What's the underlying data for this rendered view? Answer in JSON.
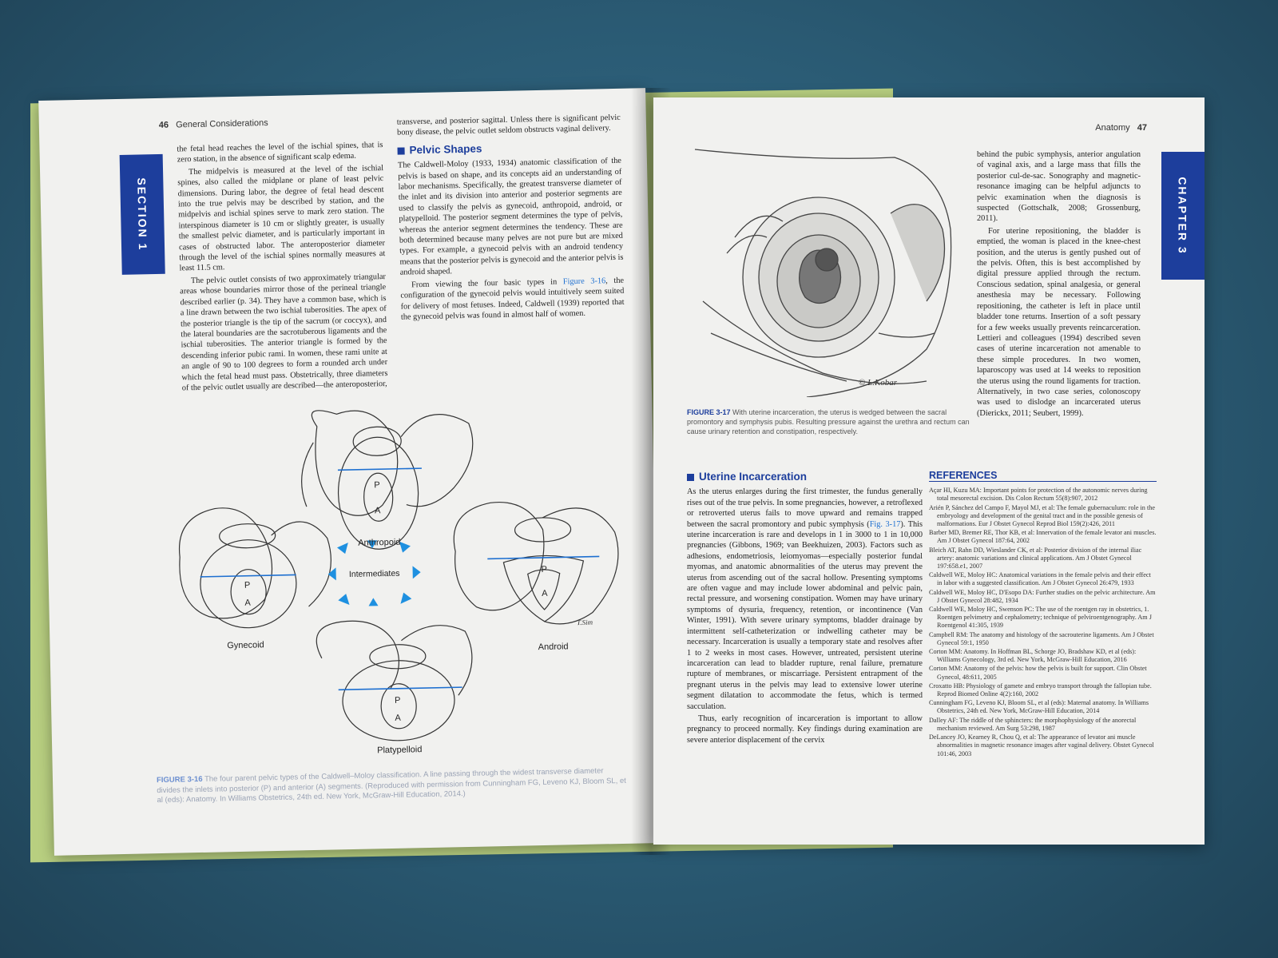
{
  "left_page": {
    "page_number": "46",
    "running_head": "General Considerations",
    "section_tab": "SECTION 1",
    "col1": [
      "the fetal head reaches the level of the ischial spines, that is zero station, in the absence of significant scalp edema.",
      "The midpelvis is measured at the level of the ischial spines, also called the midplane or plane of least pelvic dimensions. During labor, the degree of fetal head descent into the true pelvis may be described by station, and the midpelvis and ischial spines serve to mark zero station. The interspinous diameter is 10 cm or slightly greater, is usually the smallest pelvic diameter, and is particularly important in cases of obstructed labor. The anteroposterior diameter through the level of the ischial spines normally measures at least 11.5 cm.",
      "The pelvic outlet consists of two approximately triangular areas whose boundaries mirror those of the perineal triangle described earlier (p. 34). They have a common base, which is a line drawn between the two ischial tuberosities. The apex of the posterior triangle is the tip of the sacrum (or coccyx), and the lateral boundaries are the sacrotuberous ligaments and the ischial tuberosities. The anterior triangle is formed by the descending inferior pubic rami. In women, these rami unite at an angle of 90 to 100 degrees to form a rounded arch under which the fetal head must pass. Obstetrically, three diameters of the pelvic outlet usually are described—the anteroposterior,"
    ],
    "col2_intro": "transverse, and posterior sagittal. Unless there is significant pelvic bony disease, the pelvic outlet seldom obstructs vaginal delivery.",
    "col2_heading": "Pelvic Shapes",
    "col2_p1": "The Caldwell-Moloy (1933, 1934) anatomic classification of the pelvis is based on shape, and its concepts aid an understanding of labor mechanisms. Specifically, the greatest transverse diameter of the inlet and its division into anterior and posterior segments are used to classify the pelvis as gynecoid, anthropoid, android, or platypelloid. The posterior segment determines the type of pelvis, whereas the anterior segment determines the tendency. These are both determined because many pelves are not pure but are mixed types. For example, a gynecoid pelvis with an android tendency means that the posterior pelvis is gynecoid and the anterior pelvis is android shaped.",
    "col2_p2_before": "From viewing the four basic types in ",
    "col2_p2_link": "Figure 3-16",
    "col2_p2_after": ", the configuration of the gynecoid pelvis would intuitively seem suited for delivery of most fetuses. Indeed, Caldwell (1939) reported that the gynecoid pelvis was found in almost half of women.",
    "figure": {
      "labels": [
        "Anthropoid",
        "Gynecoid",
        "Android",
        "Platypelloid"
      ],
      "center": "Intermediates",
      "segment_p": "P",
      "segment_a": "A",
      "signature": "T.Sim"
    },
    "caption_label": "FIGURE 3-16",
    "caption_text": "The four parent pelvic types of the Caldwell–Moloy classification. A line passing through the widest transverse diameter divides the inlets into posterior (P) and anterior (A) segments. (Reproduced with permission from Cunningham FG, Leveno KJ, Bloom SL, et al (eds): Anatomy. In Williams Obstetrics, 24th ed. New York, McGraw-Hill Education, 2014.)"
  },
  "right_page": {
    "page_number": "47",
    "running_head": "Anatomy",
    "chapter_tab": "CHAPTER 3",
    "figure_caption_label": "FIGURE 3-17",
    "figure_caption_text": "With uterine incarceration, the uterus is wedged between the sacral promontory and symphysis pubis. Resulting pressure against the urethra and rectum can cause urinary retention and constipation, respectively.",
    "illustration_signature": "© L.Kobar",
    "right_col_p1": "behind the pubic symphysis, anterior angulation of vaginal axis, and a large mass that fills the posterior cul-de-sac. Sonography and magnetic-resonance imaging can be helpful adjuncts to pelvic examination when the diagnosis is suspected (Gottschalk, 2008; Grossenburg, 2011).",
    "right_col_p2": "For uterine repositioning, the bladder is emptied, the woman is placed in the knee-chest position, and the uterus is gently pushed out of the pelvis. Often, this is best accomplished by digital pressure applied through the rectum. Conscious sedation, spinal analgesia, or general anesthesia may be necessary. Following repositioning, the catheter is left in place until bladder tone returns. Insertion of a soft pessary for a few weeks usually prevents reincarceration. Lettieri and colleagues (1994) described seven cases of uterine incarceration not amenable to these simple procedures. In two women, laparoscopy was used at 14 weeks to reposition the uterus using the round ligaments for traction. Alternatively, in two case series, colonoscopy was used to dislodge an incarcerated uterus (Dierickx, 2011; Seubert, 1999).",
    "section_heading": "Uterine Incarceration",
    "section_p1_before": "As the uterus enlarges during the first trimester, the fundus generally rises out of the true pelvis. In some pregnancies, however, a retroflexed or retroverted uterus fails to move upward and remains trapped between the sacral promontory and pubic symphysis (",
    "section_p1_link": "Fig. 3-17",
    "section_p1_after": "). This uterine incarceration is rare and develops in 1 in 3000 to 1 in 10,000 pregnancies (Gibbons, 1969; van Beekhuizen, 2003). Factors such as adhesions, endometriosis, leiomyomas—especially posterior fundal myomas, and anatomic abnormalities of the uterus may prevent the uterus from ascending out of the sacral hollow. Presenting symptoms are often vague and may include lower abdominal and pelvic pain, rectal pressure, and worsening constipation. Women may have urinary symptoms of dysuria, frequency, retention, or incontinence (Van Winter, 1991). With severe urinary symptoms, bladder drainage by intermittent self-catheterization or indwelling catheter may be necessary. Incarceration is usually a temporary state and resolves after 1 to 2 weeks in most cases. However, untreated, persistent uterine incarceration can lead to bladder rupture, renal failure, premature rupture of membranes, or miscarriage. Persistent entrapment of the pregnant uterus in the pelvis may lead to extensive lower uterine segment dilatation to accommodate the fetus, which is termed sacculation.",
    "section_p2": "Thus, early recognition of incarceration is important to allow pregnancy to proceed normally. Key findings during examination are severe anterior displacement of the cervix",
    "references_title": "REFERENCES",
    "references": [
      "Açar HI, Kuzu MA: Important points for protection of the autonomic nerves during total mesorectal excision. Dis Colon Rectum 55(8):907, 2012",
      "Arién P, Sánchez del Campo F, Mayol MJ, et al: The female gubernaculum: role in the embryology and development of the genital tract and in the possible genesis of malformations. Eur J Obstet Gynecol Reprod Biol 159(2):426, 2011",
      "Barber MD, Bremer RE, Thor KB, et al: Innervation of the female levator ani muscles. Am J Obstet Gynecol 187:64, 2002",
      "Bleich AT, Rahn DD, Wieslander CK, et al: Posterior division of the internal iliac artery: anatomic variations and clinical applications. Am J Obstet Gynecol 197:658.e1, 2007",
      "Caldwell WE, Moloy HC: Anatomical variations in the female pelvis and their effect in labor with a suggested classification. Am J Obstet Gynecol 26:479, 1933",
      "Caldwell WE, Moloy HC, D'Esopo DA: Further studies on the pelvic architecture. Am J Obstet Gynecol 28:482, 1934",
      "Caldwell WE, Moloy HC, Swenson PC: The use of the roentgen ray in obstetrics, 1. Roentgen pelvimetry and cephalometry; technique of pelviroentgenography. Am J Roentgenol 41:305, 1939",
      "Campbell RM: The anatomy and histology of the sacrouterine ligaments. Am J Obstet Gynecol 59:1, 1950",
      "Corton MM: Anatomy. In Hoffman BL, Schorge JO, Bradshaw KD, et al (eds): Williams Gynecology, 3rd ed. New York, McGraw-Hill Education, 2016",
      "Corton MM: Anatomy of the pelvis: how the pelvis is built for support. Clin Obstet Gynecol, 48:611, 2005",
      "Croxatto HB: Physiology of gamete and embryo transport through the fallopian tube. Reprod Biomed Online 4(2):160, 2002",
      "Cunningham FG, Leveno KJ, Bloom SL, et al (eds): Maternal anatomy. In Williams Obstetrics, 24th ed. New York, McGraw-Hill Education, 2014",
      "Dalley AF: The riddle of the sphincters: the morphophysiology of the anorectal mechanism reviewed. Am Surg 53:298, 1987",
      "DeLancey JO, Kearney R, Chou Q, et al: The appearance of levator ani muscle abnormalities in magnetic resonance images after vaginal delivery. Obstet Gynecol 101:46, 2003"
    ]
  }
}
